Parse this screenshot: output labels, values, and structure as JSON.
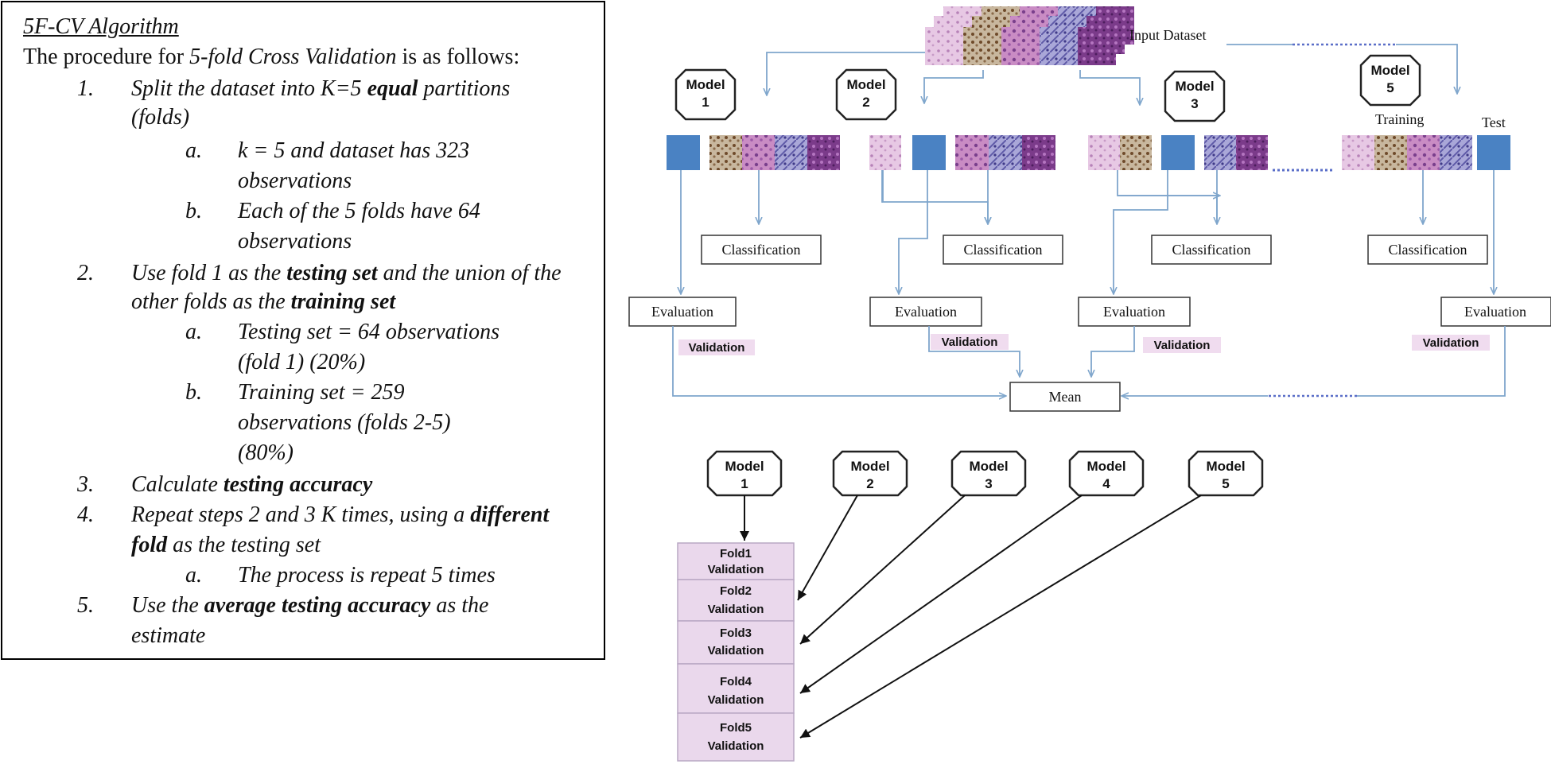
{
  "algorithm": {
    "title": "5F-CV Algorithm",
    "intro_prefix": "The procedure for ",
    "intro_em": "5-fold Cross Validation",
    "intro_suffix": " is as follows:",
    "steps": {
      "s1": {
        "num": "1.",
        "l1": "Split the dataset into K=5 ",
        "l1b": "equal",
        "l1c": " partitions",
        "l2": "(folds)"
      },
      "s1a": {
        "num": "a.",
        "l1": "k = 5 and dataset has 323",
        "l2": "observations"
      },
      "s1b": {
        "num": "b.",
        "l1": "Each of the 5 folds have 64",
        "l2": "observations"
      },
      "s2": {
        "num": "2.",
        "l1a": "Use fold 1 as the ",
        "l1b": "testing set",
        "l1c": " and the union of the",
        "l2a": "other folds as the ",
        "l2b": "training set"
      },
      "s2a": {
        "num": "a.",
        "l1": "Testing set = 64 observations",
        "l2": "(fold 1) (20%)"
      },
      "s2b": {
        "num": "b.",
        "l1": "Training set = 259",
        "l2": "observations (folds 2-5)",
        "l3": "(80%)"
      },
      "s3": {
        "num": "3.",
        "l1a": "Calculate ",
        "l1b": "testing accuracy"
      },
      "s4": {
        "num": "4.",
        "l1a": "Repeat steps 2 and 3 K times, using a ",
        "l1b": "different",
        "l2a": "fold",
        "l2b": " as the testing set"
      },
      "s4a": {
        "num": "a.",
        "l1": "The process is repeat 5 times"
      },
      "s5": {
        "num": "5.",
        "l1a": "Use the ",
        "l1b": "average testing accuracy",
        "l1c": " as the",
        "l2": "estimate"
      }
    }
  },
  "diagram": {
    "input_dataset": "Input Dataset",
    "training_label": "Training",
    "test_label": "Test",
    "model_word": "Model",
    "top_models": [
      "1",
      "2",
      "3",
      "5"
    ],
    "classification": "Classification",
    "evaluation": "Evaluation",
    "validation": "Validation",
    "mean": "Mean",
    "bottom_models": [
      "1",
      "2",
      "3",
      "4",
      "5"
    ],
    "folds": [
      "Fold1",
      "Fold2",
      "Fold3",
      "Fold4",
      "Fold5"
    ],
    "colors": {
      "arrow": "#7fa6cc",
      "test_block": "#4a82c3",
      "validation_bg": "#f0dcef",
      "fold_bg": "#ead8ec",
      "fold_border": "#b9a8c4"
    }
  }
}
